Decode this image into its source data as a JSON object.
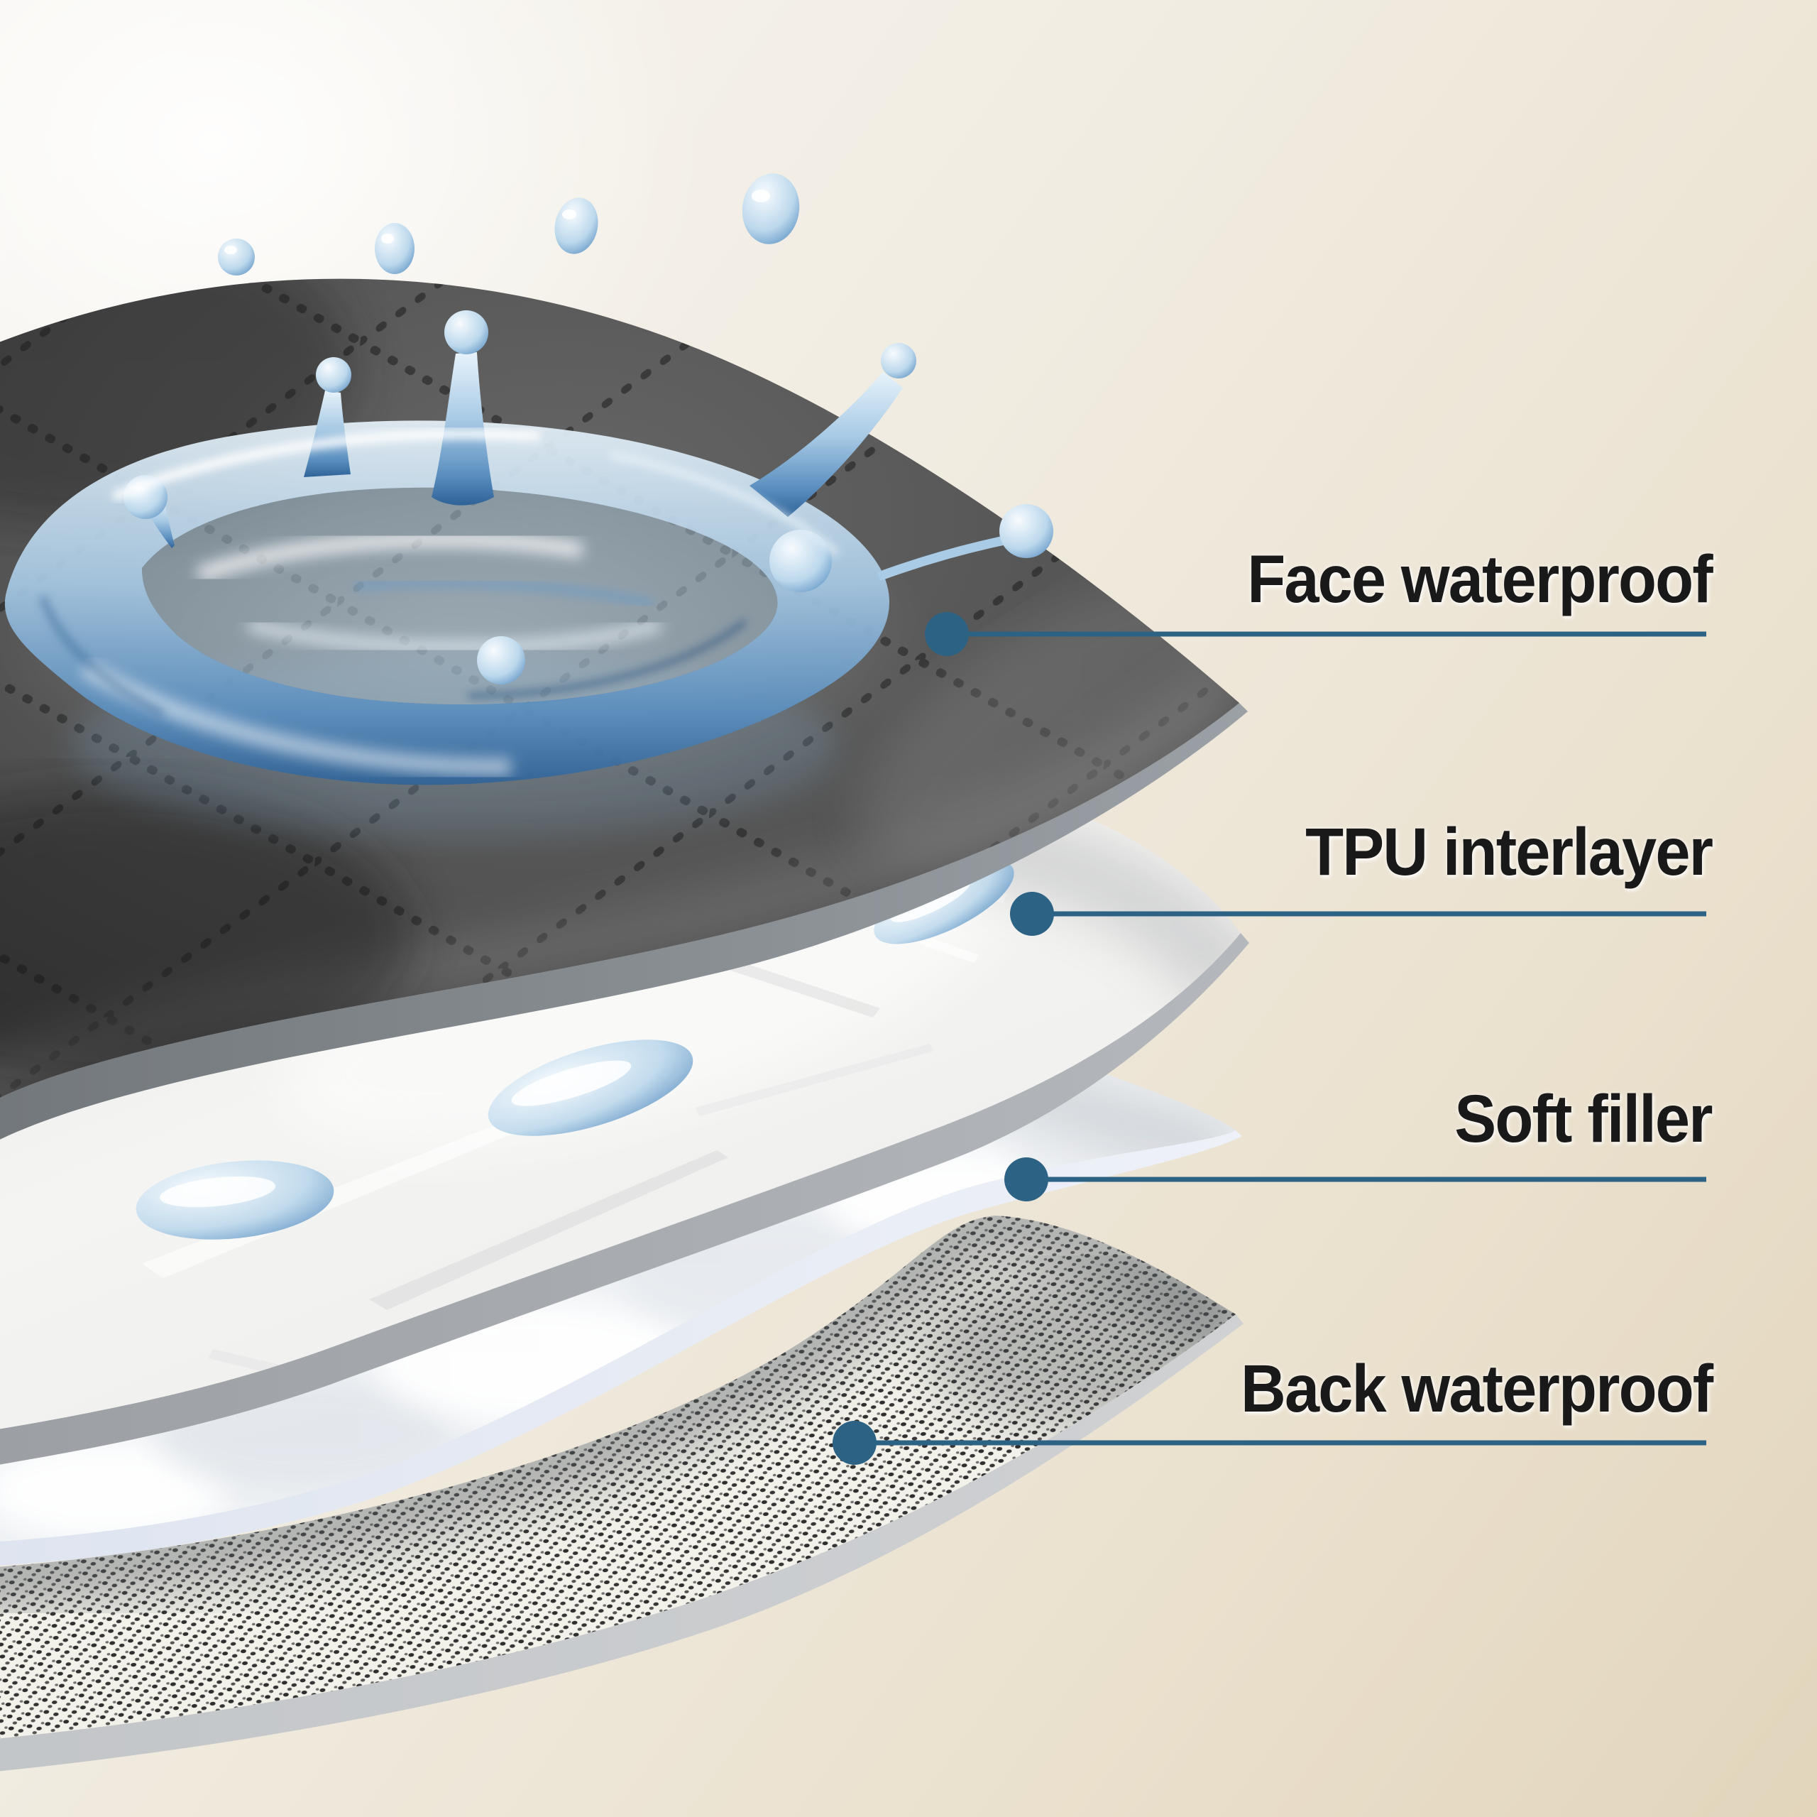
{
  "diagram": {
    "callouts": [
      {
        "label": "Face waterproof"
      },
      {
        "label": "TPU interlayer"
      },
      {
        "label": "Soft filler"
      },
      {
        "label": "Back waterproof"
      }
    ],
    "colors": {
      "accent": "#2c6284",
      "text": "#191919",
      "fabric_dark": "#4a4a4a",
      "water_blue": "#4d85b5",
      "background_cream": "#ece3d2"
    },
    "layers": [
      {
        "name": "face-waterproof-fabric"
      },
      {
        "name": "tpu-interlayer-film"
      },
      {
        "name": "soft-filler-batting"
      },
      {
        "name": "back-waterproof-fabric"
      }
    ]
  }
}
